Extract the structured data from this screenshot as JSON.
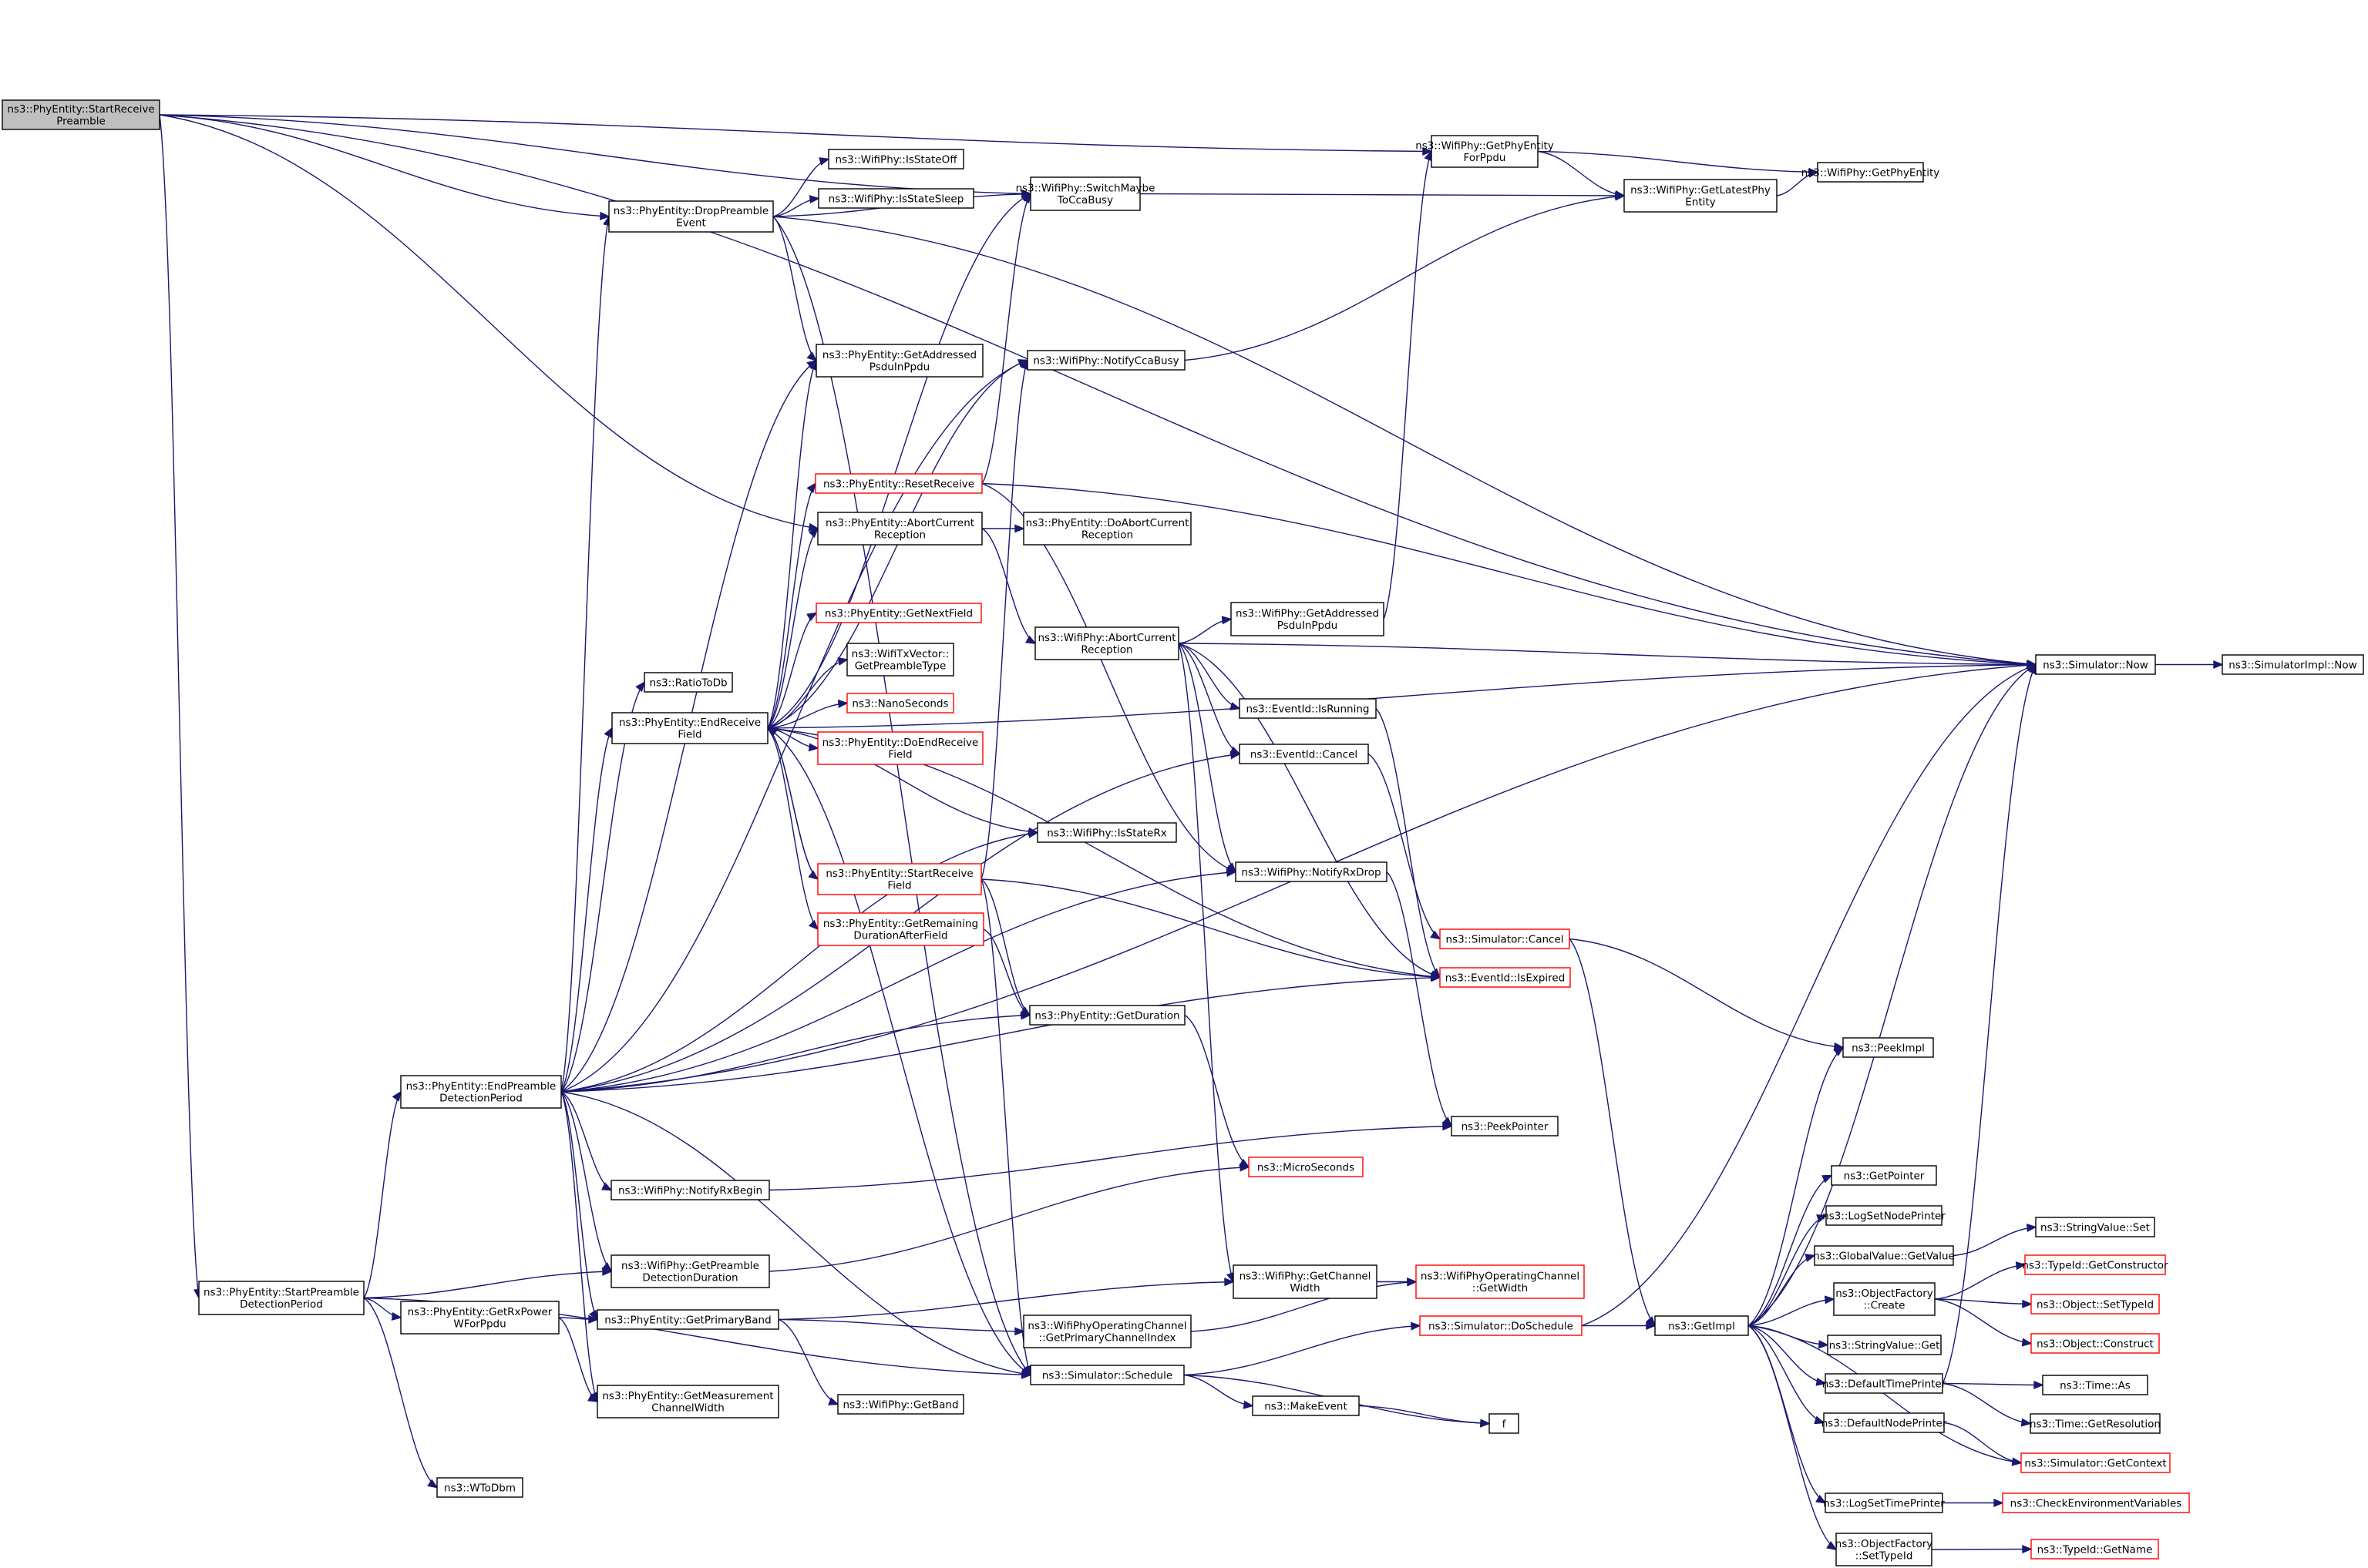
{
  "colors": {
    "edge": "#191970",
    "node_border": "#000000",
    "node_border_linked_external": "#ff0000",
    "root_fill": "#bfbfbf",
    "node_fill": "#ffffff"
  },
  "nodes": [
    {
      "id": "root",
      "lines": [
        "ns3::PhyEntity::StartReceive",
        "Preamble"
      ],
      "style": "root"
    },
    {
      "id": "wp_getphyentityforppdu",
      "lines": [
        "ns3::WifiPhy::GetPhyEntity",
        "ForPpdu"
      ],
      "style": "normal"
    },
    {
      "id": "wp_getphyentity",
      "lines": [
        "ns3::WifiPhy::GetPhyEntity"
      ],
      "style": "normal"
    },
    {
      "id": "wp_getlatestphyentity",
      "lines": [
        "ns3::WifiPhy::GetLatestPhy",
        "Entity"
      ],
      "style": "normal"
    },
    {
      "id": "wp_isstateoff",
      "lines": [
        "ns3::WifiPhy::IsStateOff"
      ],
      "style": "normal"
    },
    {
      "id": "wp_switchmaybeccabusy",
      "lines": [
        "ns3::WifiPhy::SwitchMaybe",
        "ToCcaBusy"
      ],
      "style": "normal"
    },
    {
      "id": "pe_droppreambleevent",
      "lines": [
        "ns3::PhyEntity::DropPreamble",
        "Event"
      ],
      "style": "normal"
    },
    {
      "id": "wp_isstatesleep",
      "lines": [
        "ns3::WifiPhy::IsStateSleep"
      ],
      "style": "normal"
    },
    {
      "id": "pe_getaddressedpsduinppdu",
      "lines": [
        "ns3::PhyEntity::GetAddressed",
        "PsduInPpdu"
      ],
      "style": "normal"
    },
    {
      "id": "wp_notifyccabusy",
      "lines": [
        "ns3::WifiPhy::NotifyCcaBusy"
      ],
      "style": "normal"
    },
    {
      "id": "pe_resetreceive",
      "lines": [
        "ns3::PhyEntity::ResetReceive"
      ],
      "style": "external"
    },
    {
      "id": "pe_abortcurrentreception",
      "lines": [
        "ns3::PhyEntity::AbortCurrent",
        "Reception"
      ],
      "style": "normal"
    },
    {
      "id": "pe_doabortcurrentreception",
      "lines": [
        "ns3::PhyEntity::DoAbortCurrent",
        "Reception"
      ],
      "style": "normal"
    },
    {
      "id": "wp_getaddressedpsduinppdu",
      "lines": [
        "ns3::WifiPhy::GetAddressed",
        "PsduInPpdu"
      ],
      "style": "normal"
    },
    {
      "id": "pe_getnextfield",
      "lines": [
        "ns3::PhyEntity::GetNextField"
      ],
      "style": "external"
    },
    {
      "id": "wp_abortcurrentreception",
      "lines": [
        "ns3::WifiPhy::AbortCurrent",
        "Reception"
      ],
      "style": "normal"
    },
    {
      "id": "sim_now",
      "lines": [
        "ns3::Simulator::Now"
      ],
      "style": "normal"
    },
    {
      "id": "simimpl_now",
      "lines": [
        "ns3::SimulatorImpl::Now"
      ],
      "style": "normal"
    },
    {
      "id": "txv_getpreambletype",
      "lines": [
        "ns3::WifiTxVector::",
        "GetPreambleType"
      ],
      "style": "normal"
    },
    {
      "id": "ratiotodb",
      "lines": [
        "ns3::RatioToDb"
      ],
      "style": "normal"
    },
    {
      "id": "nanoseconds",
      "lines": [
        "ns3::NanoSeconds"
      ],
      "style": "external"
    },
    {
      "id": "eventid_isrunning",
      "lines": [
        "ns3::EventId::IsRunning"
      ],
      "style": "normal"
    },
    {
      "id": "pe_endreceivefield",
      "lines": [
        "ns3::PhyEntity::EndReceive",
        "Field"
      ],
      "style": "normal"
    },
    {
      "id": "pe_doendreceivefield",
      "lines": [
        "ns3::PhyEntity::DoEndReceive",
        "Field"
      ],
      "style": "external"
    },
    {
      "id": "eventid_cancel",
      "lines": [
        "ns3::EventId::Cancel"
      ],
      "style": "normal"
    },
    {
      "id": "wp_isstaterx",
      "lines": [
        "ns3::WifiPhy::IsStateRx"
      ],
      "style": "normal"
    },
    {
      "id": "pe_startreceivefield",
      "lines": [
        "ns3::PhyEntity::StartReceive",
        "Field"
      ],
      "style": "external"
    },
    {
      "id": "wp_notifyrxdrop",
      "lines": [
        "ns3::WifiPhy::NotifyRxDrop"
      ],
      "style": "normal"
    },
    {
      "id": "sim_cancel",
      "lines": [
        "ns3::Simulator::Cancel"
      ],
      "style": "external"
    },
    {
      "id": "pe_getremainingdurationafterfield",
      "lines": [
        "ns3::PhyEntity::GetRemaining",
        "DurationAfterField"
      ],
      "style": "external"
    },
    {
      "id": "eventid_isexpired",
      "lines": [
        "ns3::EventId::IsExpired"
      ],
      "style": "external"
    },
    {
      "id": "pe_getduration",
      "lines": [
        "ns3::PhyEntity::GetDuration"
      ],
      "style": "normal"
    },
    {
      "id": "peekimpl",
      "lines": [
        "ns3::PeekImpl"
      ],
      "style": "normal"
    },
    {
      "id": "pe_endpreambledetectionperiod",
      "lines": [
        "ns3::PhyEntity::EndPreamble",
        "DetectionPeriod"
      ],
      "style": "normal"
    },
    {
      "id": "peekpointer",
      "lines": [
        "ns3::PeekPointer"
      ],
      "style": "normal"
    },
    {
      "id": "microseconds",
      "lines": [
        "ns3::MicroSeconds"
      ],
      "style": "external"
    },
    {
      "id": "getpointer",
      "lines": [
        "ns3::GetPointer"
      ],
      "style": "normal"
    },
    {
      "id": "wp_notifyrxbegin",
      "lines": [
        "ns3::WifiPhy::NotifyRxBegin"
      ],
      "style": "normal"
    },
    {
      "id": "logsetnodeprinter",
      "lines": [
        "ns3::LogSetNodePrinter"
      ],
      "style": "normal"
    },
    {
      "id": "stringvalue_set",
      "lines": [
        "ns3::StringValue::Set"
      ],
      "style": "normal"
    },
    {
      "id": "globalvalue_getvalue",
      "lines": [
        "ns3::GlobalValue::GetValue"
      ],
      "style": "normal"
    },
    {
      "id": "typeid_getconstructor",
      "lines": [
        "ns3::TypeId::GetConstructor"
      ],
      "style": "external"
    },
    {
      "id": "wp_getpreambledetectionduration",
      "lines": [
        "ns3::WifiPhy::GetPreamble",
        "DetectionDuration"
      ],
      "style": "normal"
    },
    {
      "id": "wp_getchannelwidth",
      "lines": [
        "ns3::WifiPhy::GetChannel",
        "Width"
      ],
      "style": "normal"
    },
    {
      "id": "wpoc_getwidth",
      "lines": [
        "ns3::WifiPhyOperatingChannel",
        "::GetWidth"
      ],
      "style": "external"
    },
    {
      "id": "objectfactory_create",
      "lines": [
        "ns3::ObjectFactory",
        "::Create"
      ],
      "style": "normal"
    },
    {
      "id": "pe_startpreambledetectionperiod",
      "lines": [
        "ns3::PhyEntity::StartPreamble",
        "DetectionPeriod"
      ],
      "style": "normal"
    },
    {
      "id": "pe_getrxpowerwforppdu",
      "lines": [
        "ns3::PhyEntity::GetRxPower",
        "WForPpdu"
      ],
      "style": "normal"
    },
    {
      "id": "object_settypeid",
      "lines": [
        "ns3::Object::SetTypeId"
      ],
      "style": "external"
    },
    {
      "id": "pe_getprimaryband",
      "lines": [
        "ns3::PhyEntity::GetPrimaryBand"
      ],
      "style": "normal"
    },
    {
      "id": "sim_doschedule",
      "lines": [
        "ns3::Simulator::DoSchedule"
      ],
      "style": "external"
    },
    {
      "id": "getimpl",
      "lines": [
        "ns3::GetImpl"
      ],
      "style": "normal"
    },
    {
      "id": "wpoc_getprimarychannelindex",
      "lines": [
        "ns3::WifiPhyOperatingChannel",
        "::GetPrimaryChannelIndex"
      ],
      "style": "normal"
    },
    {
      "id": "stringvalue_get",
      "lines": [
        "ns3::StringValue::Get"
      ],
      "style": "normal"
    },
    {
      "id": "object_construct",
      "lines": [
        "ns3::Object::Construct"
      ],
      "style": "external"
    },
    {
      "id": "sim_schedule",
      "lines": [
        "ns3::Simulator::Schedule"
      ],
      "style": "normal"
    },
    {
      "id": "defaulttimeprinter",
      "lines": [
        "ns3::DefaultTimePrinter"
      ],
      "style": "normal"
    },
    {
      "id": "time_as",
      "lines": [
        "ns3::Time::As"
      ],
      "style": "normal"
    },
    {
      "id": "pe_getmeasurementchannelwidth",
      "lines": [
        "ns3::PhyEntity::GetMeasurement",
        "ChannelWidth"
      ],
      "style": "normal"
    },
    {
      "id": "wp_getband",
      "lines": [
        "ns3::WifiPhy::GetBand"
      ],
      "style": "normal"
    },
    {
      "id": "makeevent",
      "lines": [
        "ns3::MakeEvent"
      ],
      "style": "normal"
    },
    {
      "id": "f",
      "lines": [
        "f"
      ],
      "style": "normal"
    },
    {
      "id": "time_getresolution",
      "lines": [
        "ns3::Time::GetResolution"
      ],
      "style": "normal"
    },
    {
      "id": "defaultnodeprinter",
      "lines": [
        "ns3::DefaultNodePrinter"
      ],
      "style": "normal"
    },
    {
      "id": "sim_getcontext",
      "lines": [
        "ns3::Simulator::GetContext"
      ],
      "style": "external"
    },
    {
      "id": "wtodbm",
      "lines": [
        "ns3::WToDbm"
      ],
      "style": "normal"
    },
    {
      "id": "logsettimeprinter",
      "lines": [
        "ns3::LogSetTimePrinter"
      ],
      "style": "normal"
    },
    {
      "id": "checkenvironmentvariables",
      "lines": [
        "ns3::CheckEnvironmentVariables"
      ],
      "style": "external"
    },
    {
      "id": "objectfactory_settypeid",
      "lines": [
        "ns3::ObjectFactory",
        "::SetTypeId"
      ],
      "style": "normal"
    },
    {
      "id": "typeid_getname",
      "lines": [
        "ns3::TypeId::GetName"
      ],
      "style": "external"
    }
  ],
  "edges": [
    [
      "root",
      "sim_now"
    ],
    [
      "root",
      "wp_switchmaybeccabusy"
    ],
    [
      "root",
      "wp_getphyentityforppdu"
    ],
    [
      "root",
      "pe_droppreambleevent"
    ],
    [
      "root",
      "pe_abortcurrentreception"
    ],
    [
      "root",
      "pe_startpreambledetectionperiod"
    ],
    [
      "wp_getphyentityforppdu",
      "wp_getphyentity"
    ],
    [
      "wp_getphyentityforppdu",
      "wp_getlatestphyentity"
    ],
    [
      "wp_getlatestphyentity",
      "wp_getphyentity"
    ],
    [
      "wp_switchmaybeccabusy",
      "wp_getlatestphyentity"
    ],
    [
      "pe_droppreambleevent",
      "wp_isstateoff"
    ],
    [
      "pe_droppreambleevent",
      "wp_isstatesleep"
    ],
    [
      "pe_droppreambleevent",
      "wp_switchmaybeccabusy"
    ],
    [
      "pe_droppreambleevent",
      "pe_getaddressedpsduinppdu"
    ],
    [
      "pe_droppreambleevent",
      "sim_now"
    ],
    [
      "pe_droppreambleevent",
      "sim_schedule"
    ],
    [
      "wp_notifyccabusy",
      "wp_getlatestphyentity"
    ],
    [
      "pe_resetreceive",
      "wp_switchmaybeccabusy"
    ],
    [
      "pe_resetreceive",
      "sim_now"
    ],
    [
      "pe_resetreceive",
      "wp_notifyrxdrop"
    ],
    [
      "pe_abortcurrentreception",
      "pe_doabortcurrentreception"
    ],
    [
      "pe_abortcurrentreception",
      "wp_abortcurrentreception"
    ],
    [
      "wp_abortcurrentreception",
      "wp_getaddressedpsduinppdu"
    ],
    [
      "wp_abortcurrentreception",
      "sim_now"
    ],
    [
      "wp_abortcurrentreception",
      "eventid_isrunning"
    ],
    [
      "wp_abortcurrentreception",
      "eventid_cancel"
    ],
    [
      "wp_abortcurrentreception",
      "wp_notifyrxdrop"
    ],
    [
      "wp_abortcurrentreception",
      "wp_getchannelwidth"
    ],
    [
      "wp_abortcurrentreception",
      "eventid_isexpired"
    ],
    [
      "wp_getaddressedpsduinppdu",
      "wp_getphyentityforppdu"
    ],
    [
      "sim_now",
      "simimpl_now"
    ],
    [
      "eventid_isrunning",
      "eventid_isexpired"
    ],
    [
      "eventid_cancel",
      "sim_cancel"
    ],
    [
      "pe_endreceivefield",
      "pe_getaddressedpsduinppdu"
    ],
    [
      "pe_endreceivefield",
      "wp_switchmaybeccabusy"
    ],
    [
      "pe_endreceivefield",
      "wp_notifyccabusy"
    ],
    [
      "pe_endreceivefield",
      "pe_resetreceive"
    ],
    [
      "pe_endreceivefield",
      "pe_abortcurrentreception"
    ],
    [
      "pe_endreceivefield",
      "sim_now"
    ],
    [
      "pe_endreceivefield",
      "pe_getnextfield"
    ],
    [
      "pe_endreceivefield",
      "txv_getpreambletype"
    ],
    [
      "pe_endreceivefield",
      "nanoseconds"
    ],
    [
      "pe_endreceivefield",
      "pe_doendreceivefield"
    ],
    [
      "pe_endreceivefield",
      "eventid_isexpired"
    ],
    [
      "pe_endreceivefield",
      "pe_startreceivefield"
    ],
    [
      "pe_endreceivefield",
      "pe_getremainingdurationafterfield"
    ],
    [
      "pe_endreceivefield",
      "wp_isstaterx"
    ],
    [
      "pe_endreceivefield",
      "sim_schedule"
    ],
    [
      "pe_startreceivefield",
      "pe_endreceivefield"
    ],
    [
      "pe_startreceivefield",
      "wp_notifyccabusy"
    ],
    [
      "pe_startreceivefield",
      "eventid_isexpired"
    ],
    [
      "pe_startreceivefield",
      "pe_getduration"
    ],
    [
      "pe_startreceivefield",
      "sim_schedule"
    ],
    [
      "pe_getremainingdurationafterfield",
      "pe_getduration"
    ],
    [
      "wp_notifyrxdrop",
      "peekpointer"
    ],
    [
      "sim_cancel",
      "peekimpl"
    ],
    [
      "sim_cancel",
      "getimpl"
    ],
    [
      "pe_getduration",
      "microseconds"
    ],
    [
      "pe_endpreambledetectionperiod",
      "pe_droppreambleevent"
    ],
    [
      "pe_endpreambledetectionperiod",
      "pe_getaddressedpsduinppdu"
    ],
    [
      "pe_endpreambledetectionperiod",
      "wp_notifyccabusy"
    ],
    [
      "pe_endpreambledetectionperiod",
      "ratiotodb"
    ],
    [
      "pe_endpreambledetectionperiod",
      "pe_endreceivefield"
    ],
    [
      "pe_endpreambledetectionperiod",
      "eventid_cancel"
    ],
    [
      "pe_endpreambledetectionperiod",
      "wp_isstaterx"
    ],
    [
      "pe_endpreambledetectionperiod",
      "pe_getduration"
    ],
    [
      "pe_endpreambledetectionperiod",
      "eventid_isexpired"
    ],
    [
      "pe_endpreambledetectionperiod",
      "wp_notifyrxdrop"
    ],
    [
      "pe_endpreambledetectionperiod",
      "wp_notifyrxbegin"
    ],
    [
      "pe_endpreambledetectionperiod",
      "wp_getpreambledetectionduration"
    ],
    [
      "pe_endpreambledetectionperiod",
      "pe_getprimaryband"
    ],
    [
      "pe_endpreambledetectionperiod",
      "pe_getmeasurementchannelwidth"
    ],
    [
      "pe_endpreambledetectionperiod",
      "sim_schedule"
    ],
    [
      "pe_endpreambledetectionperiod",
      "sim_now"
    ],
    [
      "wp_notifyrxbegin",
      "peekpointer"
    ],
    [
      "wp_getpreambledetectionduration",
      "microseconds"
    ],
    [
      "pe_startpreambledetectionperiod",
      "pe_endpreambledetectionperiod"
    ],
    [
      "pe_startpreambledetectionperiod",
      "wp_getpreambledetectionduration"
    ],
    [
      "pe_startpreambledetectionperiod",
      "pe_getrxpowerwforppdu"
    ],
    [
      "pe_startpreambledetectionperiod",
      "sim_schedule"
    ],
    [
      "pe_startpreambledetectionperiod",
      "wtodbm"
    ],
    [
      "pe_getrxpowerwforppdu",
      "pe_getprimaryband"
    ],
    [
      "pe_getrxpowerwforppdu",
      "pe_getmeasurementchannelwidth"
    ],
    [
      "pe_getprimaryband",
      "wp_getchannelwidth"
    ],
    [
      "pe_getprimaryband",
      "wpoc_getprimarychannelindex"
    ],
    [
      "pe_getprimaryband",
      "wp_getband"
    ],
    [
      "wp_getchannelwidth",
      "wpoc_getwidth"
    ],
    [
      "wpoc_getprimarychannelindex",
      "wpoc_getwidth"
    ],
    [
      "sim_schedule",
      "sim_doschedule"
    ],
    [
      "sim_schedule",
      "makeevent"
    ],
    [
      "sim_schedule",
      "f"
    ],
    [
      "makeevent",
      "f"
    ],
    [
      "sim_doschedule",
      "sim_now"
    ],
    [
      "sim_doschedule",
      "getimpl"
    ],
    [
      "getimpl",
      "sim_now"
    ],
    [
      "getimpl",
      "peekimpl"
    ],
    [
      "getimpl",
      "getpointer"
    ],
    [
      "getimpl",
      "logsetnodeprinter"
    ],
    [
      "getimpl",
      "globalvalue_getvalue"
    ],
    [
      "getimpl",
      "objectfactory_create"
    ],
    [
      "getimpl",
      "stringvalue_get"
    ],
    [
      "getimpl",
      "defaulttimeprinter"
    ],
    [
      "getimpl",
      "defaultnodeprinter"
    ],
    [
      "getimpl",
      "sim_getcontext"
    ],
    [
      "getimpl",
      "logsettimeprinter"
    ],
    [
      "getimpl",
      "objectfactory_settypeid"
    ],
    [
      "globalvalue_getvalue",
      "stringvalue_set"
    ],
    [
      "objectfactory_create",
      "typeid_getconstructor"
    ],
    [
      "objectfactory_create",
      "object_settypeid"
    ],
    [
      "objectfactory_create",
      "object_construct"
    ],
    [
      "defaulttimeprinter",
      "sim_now"
    ],
    [
      "defaulttimeprinter",
      "time_as"
    ],
    [
      "defaulttimeprinter",
      "time_getresolution"
    ],
    [
      "defaultnodeprinter",
      "sim_getcontext"
    ],
    [
      "logsettimeprinter",
      "checkenvironmentvariables"
    ],
    [
      "objectfactory_settypeid",
      "typeid_getname"
    ]
  ]
}
